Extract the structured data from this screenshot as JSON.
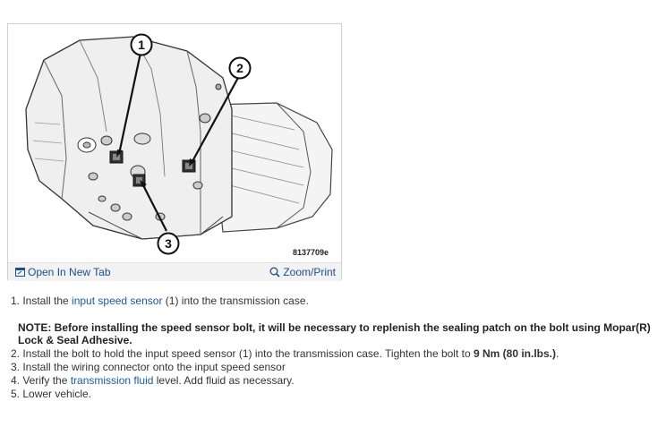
{
  "figure": {
    "callouts": [
      "1",
      "2",
      "3"
    ],
    "figure_id": "8137709e",
    "open_tab_label": "Open In New Tab",
    "zoom_label": "Zoom/Print",
    "icons": {
      "open_tab": "external-window-icon",
      "zoom": "magnifier-icon"
    }
  },
  "colors": {
    "link": "#1a5a9e",
    "text": "#333333"
  },
  "steps": {
    "s1": {
      "prefix": "1. Install the ",
      "link": "input speed sensor",
      "suffix": " (1) into the transmission case."
    },
    "note": "NOTE: Before installing the speed sensor bolt, it will be necessary to replenish the sealing patch on the bolt using Mopar(R) Lock & Seal Adhesive.",
    "s2": {
      "prefix": "2. Install the bolt to hold the input speed sensor (1) into the transmission case. Tighten the bolt to ",
      "torque": "9 Nm (80 in.lbs.)",
      "suffix": "."
    },
    "s3": "3. Install the wiring connector onto the input speed sensor",
    "s4": {
      "prefix": "4. Verify the ",
      "link": "transmission fluid",
      "suffix": " level. Add fluid as necessary."
    },
    "s5": "5. Lower vehicle."
  }
}
